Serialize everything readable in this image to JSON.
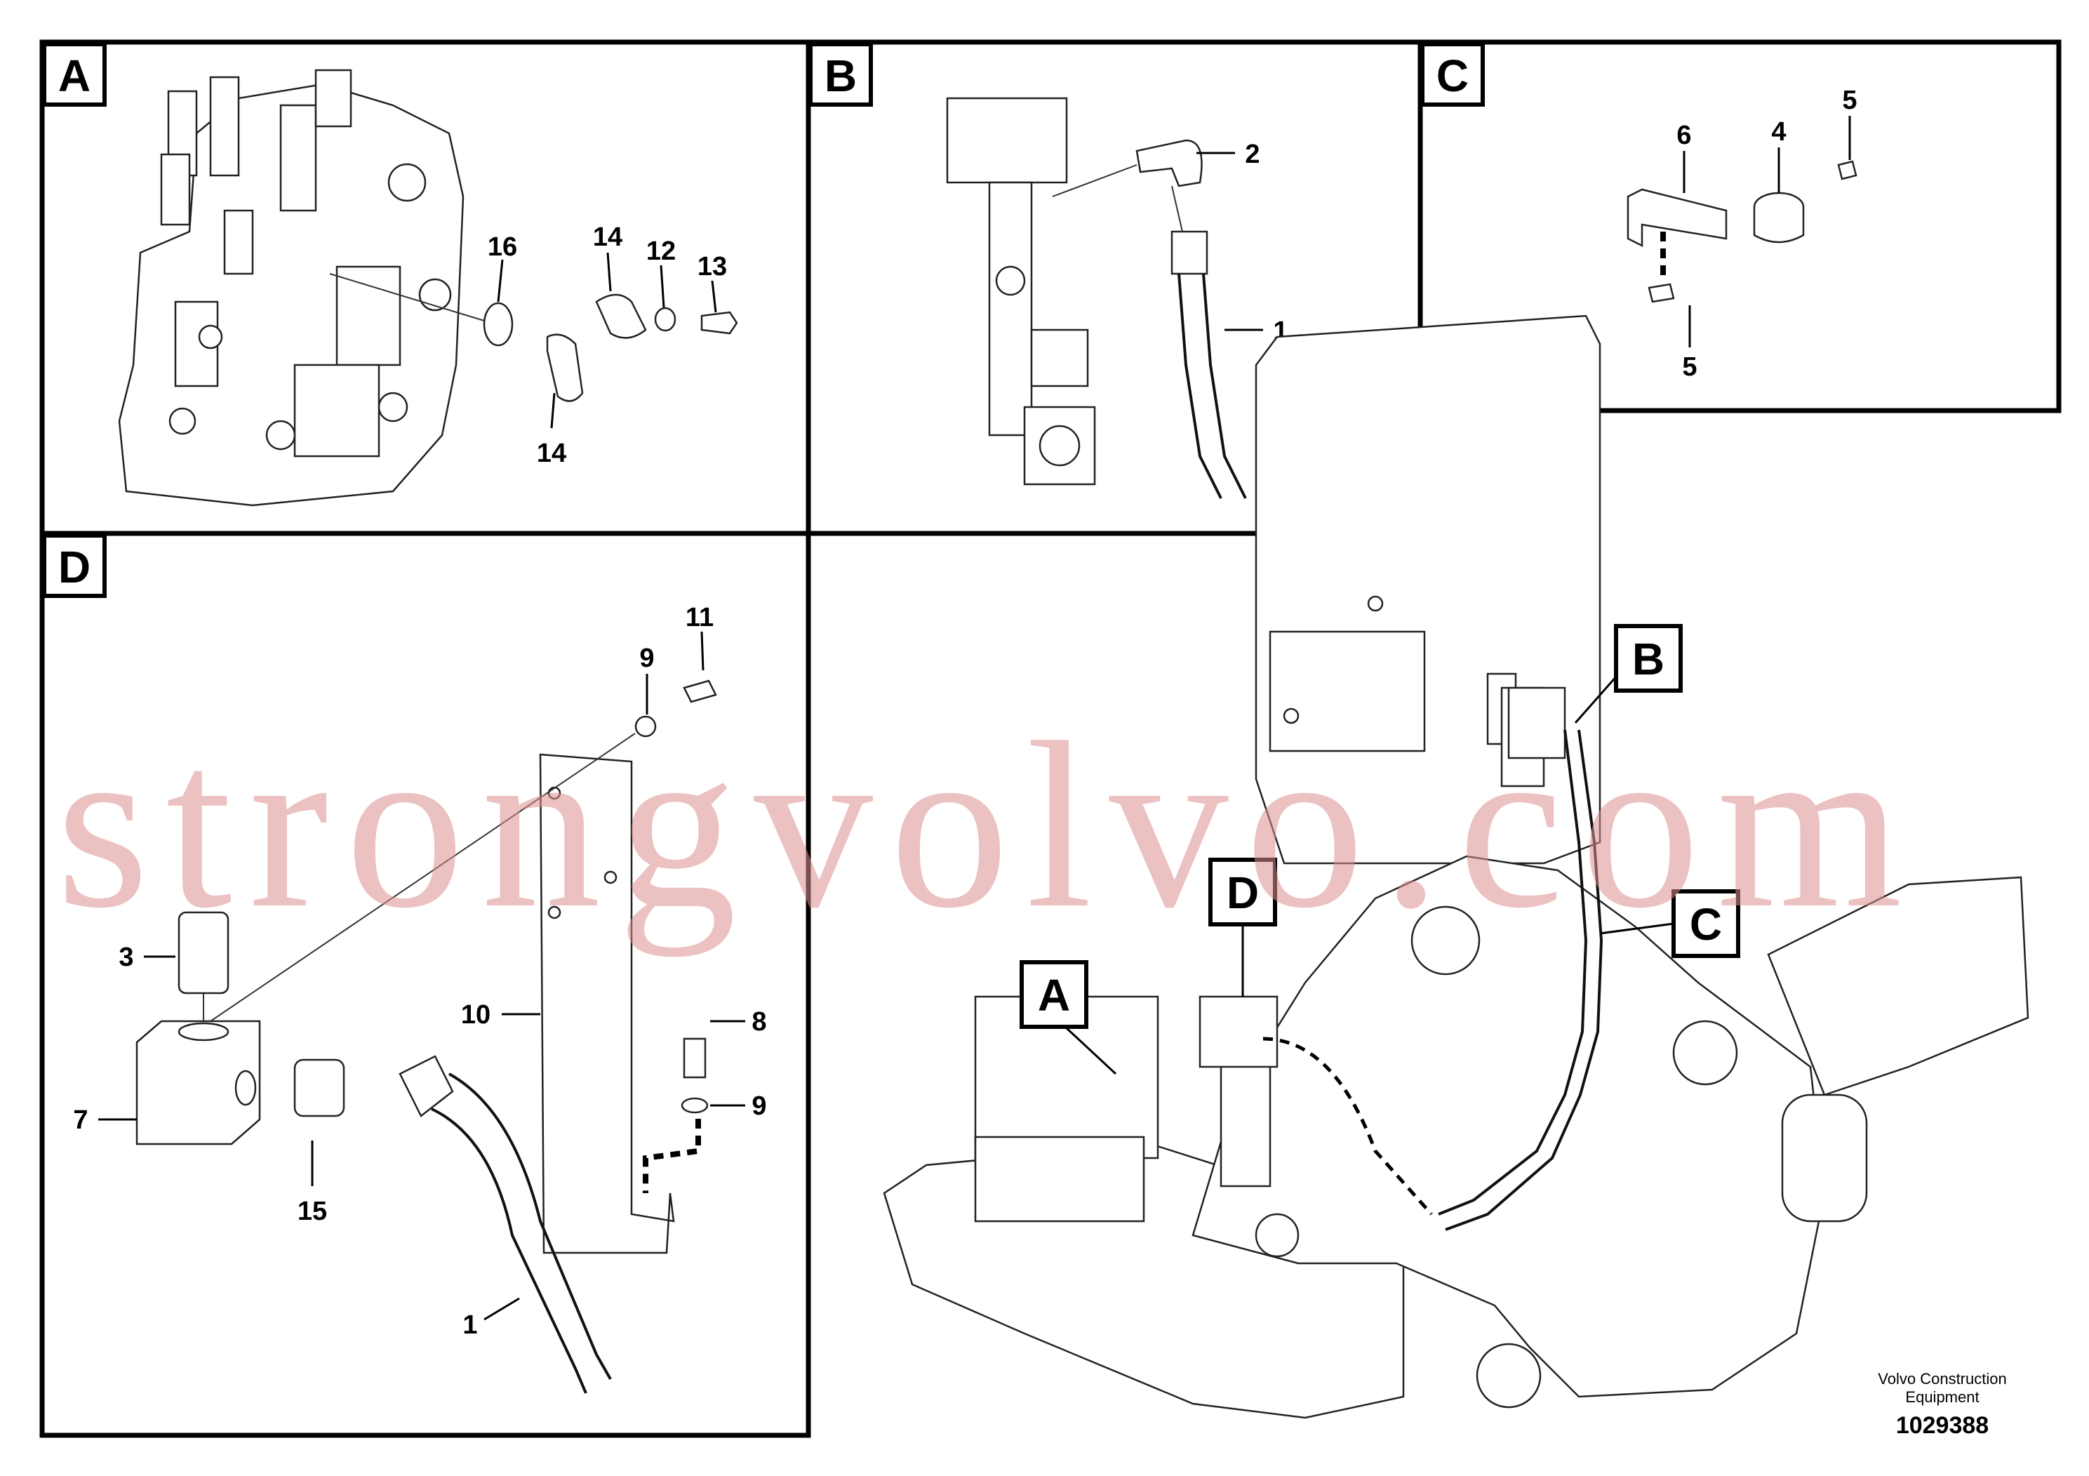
{
  "panels": {
    "a": {
      "tag": "A",
      "callouts": [
        "16",
        "14",
        "12",
        "13",
        "14"
      ]
    },
    "b": {
      "tag": "B",
      "callouts": [
        "2",
        "1"
      ]
    },
    "c": {
      "tag": "C",
      "callouts": [
        "6",
        "4",
        "5",
        "5"
      ]
    },
    "d": {
      "tag": "D",
      "callouts": [
        "11",
        "9",
        "3",
        "7",
        "15",
        "10",
        "8",
        "9",
        "1"
      ]
    }
  },
  "overview": {
    "tags": [
      "B",
      "D",
      "A",
      "C"
    ]
  },
  "watermark": "strongvolvo.com",
  "footer": {
    "company_line1": "Volvo Construction",
    "company_line2": "Equipment",
    "drawing_number": "1029388"
  }
}
